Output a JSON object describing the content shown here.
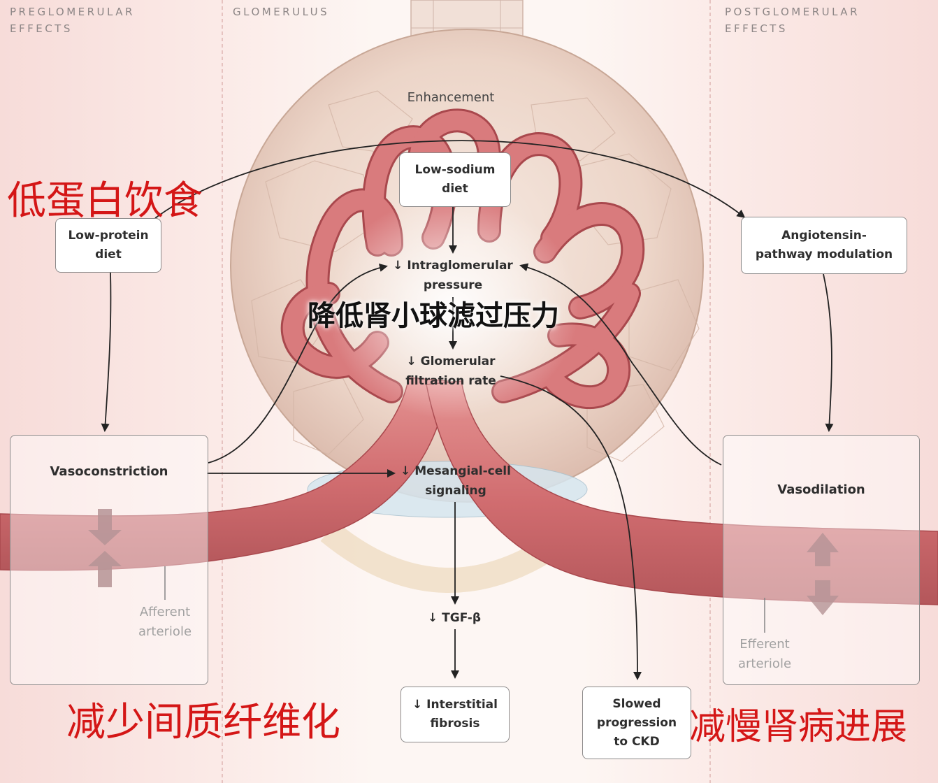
{
  "headers": {
    "preglomerular": "PREGLOMERULAR\nEFFECTS",
    "glomerulus": "GLOMERULUS",
    "postglomerular": "POSTGLOMERULAR\nEFFECTS"
  },
  "labels": {
    "enhancement": "Enhancement",
    "intraglomerular_pressure": "↓ Intraglomerular\npressure",
    "gfr": "↓ Glomerular\nfiltration rate",
    "mesangial": "↓ Mesangial-cell\nsignaling",
    "tgf": "↓ TGF-β",
    "afferent": "Afferent\narteriole",
    "efferent": "Efferent\narteriole"
  },
  "boxes": {
    "low_sodium": "Low-sodium\ndiet",
    "low_protein": "Low-protein\ndiet",
    "angiotensin": "Angiotensin-\npathway modulation",
    "vasoconstriction": "Vasoconstriction",
    "vasodilation": "Vasodilation",
    "interstitial_fibrosis": "↓ Interstitial\nfibrosis",
    "slowed_progression": "Slowed\nprogression\nto CKD"
  },
  "chinese": {
    "low_protein_diet": "低蛋白饮食",
    "reduce_pressure": "降低肾小球滤过压力",
    "reduce_fibrosis": "减少间质纤维化",
    "slow_ckd": "减慢肾病进展"
  },
  "colors": {
    "vessel": "#d9787a",
    "vessel_dark": "#b95a5d",
    "capsule": "#eed8cc",
    "arrow": "#222222",
    "chinese_red": "#d41616"
  }
}
